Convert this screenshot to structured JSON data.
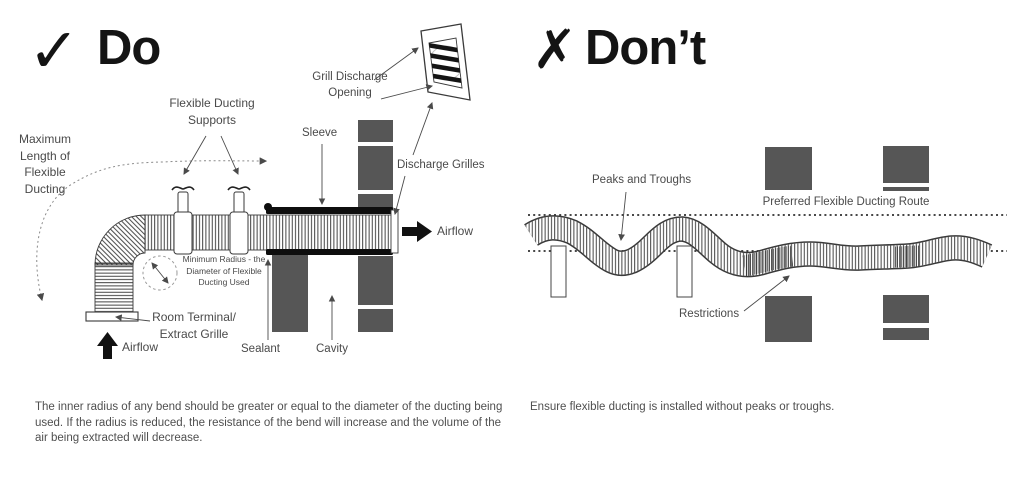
{
  "do_panel": {
    "mark": "✓",
    "title": "Do",
    "labels": {
      "maximum_length": "Maximum Length of Flexible Ducting",
      "supports": "Flexible Ducting Supports",
      "grill_discharge_opening": "Grill Discharge Opening",
      "sleeve": "Sleeve",
      "discharge_grilles": "Discharge Grilles",
      "airflow_out": "Airflow",
      "minimum_radius": "Minimum Radius - the Diameter of Flexible Ducting Used",
      "room_terminal": "Room Terminal/ Extract Grille",
      "airflow_in": "Airflow",
      "sealant": "Sealant",
      "cavity": "Cavity"
    },
    "caption": "The inner radius of any bend should be greater or equal to the diameter of the ducting being used. If the radius is reduced, the resistance of the bend will increase and the volume of the air being extracted will decrease."
  },
  "dont_panel": {
    "mark": "✗",
    "title": "Don’t",
    "labels": {
      "peaks_and_troughs": "Peaks and Troughs",
      "preferred_route": "Preferred Flexible Ducting Route",
      "restrictions": "Restrictions"
    },
    "caption": "Ensure flexible ducting is installed without peaks or troughs."
  },
  "colors": {
    "masonry": "#565656",
    "sleeve_black": "#0e0e0e",
    "line": "#3a3a3a",
    "label_text": "#4a4a4a",
    "caption_text": "#4f4f4f",
    "title_text": "#141414"
  }
}
